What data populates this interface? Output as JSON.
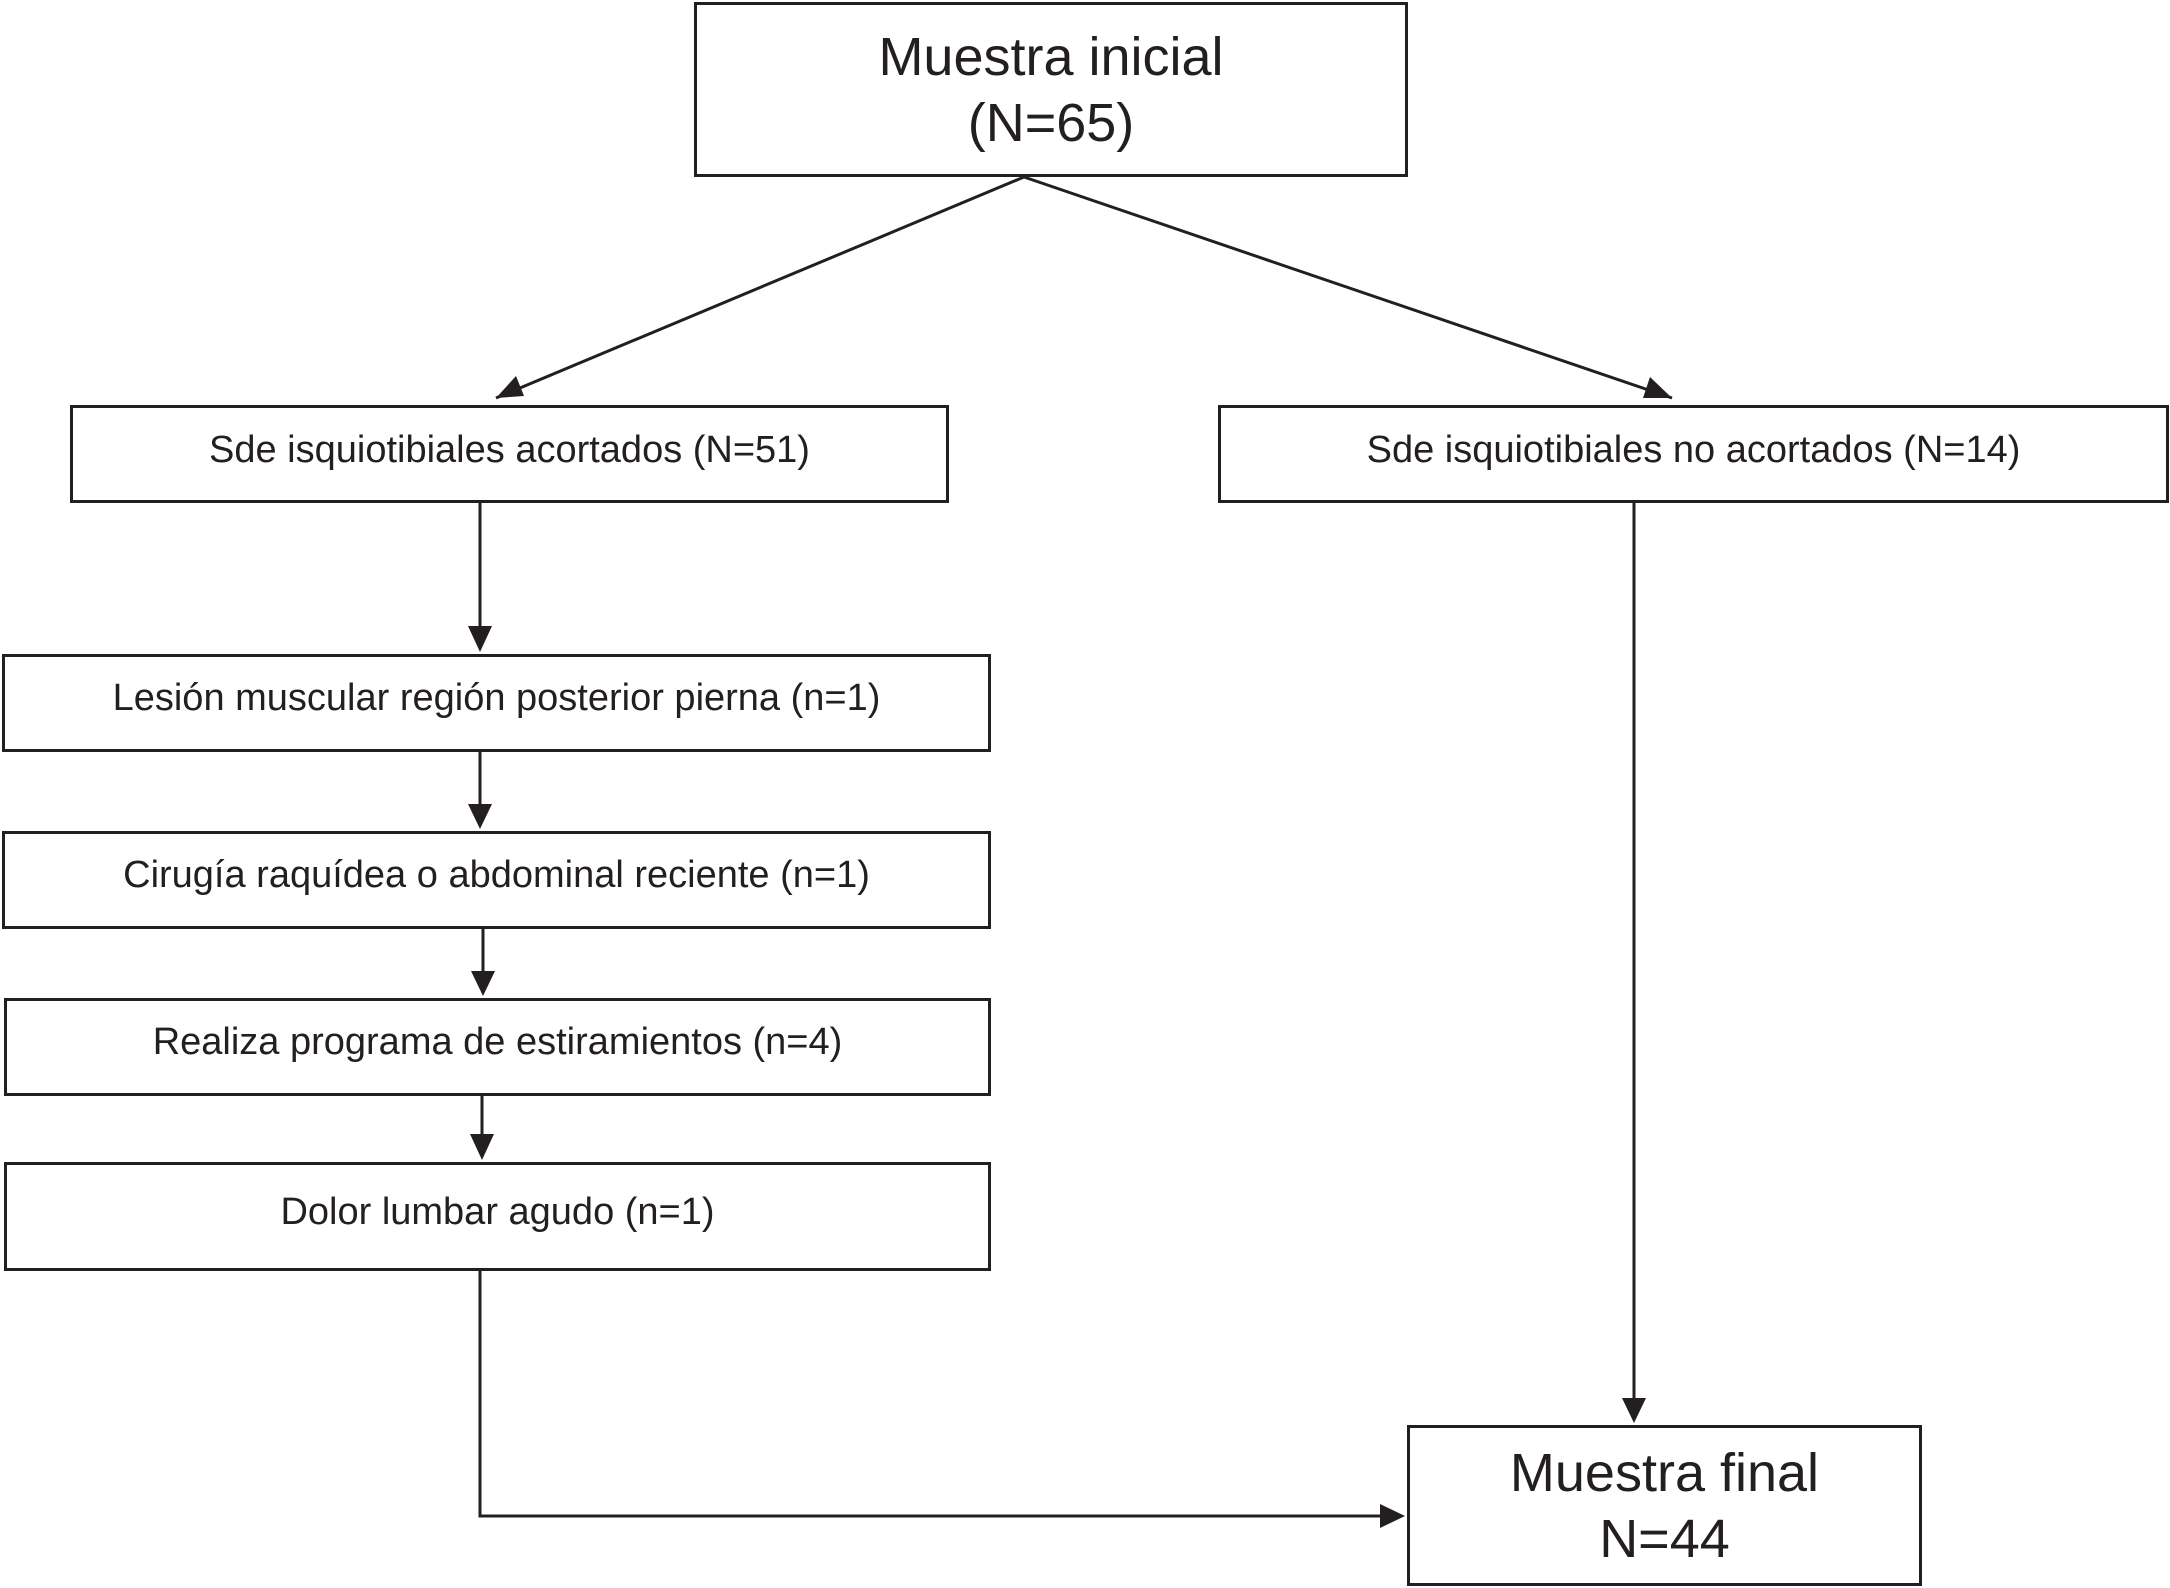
{
  "flowchart": {
    "initial_sample": {
      "title": "Muestra inicial",
      "count": "(N=65)"
    },
    "shortened": {
      "label": "Sde isquiotibiales acortados (N=51)"
    },
    "not_shortened": {
      "label": "Sde isquiotibiales no acortados (N=14)"
    },
    "exclusions": [
      {
        "label": "Lesión muscular región posterior pierna (n=1)"
      },
      {
        "label": "Cirugía raquídea o abdominal reciente (n=1)"
      },
      {
        "label": "Realiza programa de estiramientos (n=4)"
      },
      {
        "label": "Dolor lumbar agudo (n=1)"
      }
    ],
    "final_sample": {
      "title": "Muestra final",
      "count": "N=44"
    }
  },
  "colors": {
    "stroke": "#231f20",
    "background": "#ffffff"
  }
}
